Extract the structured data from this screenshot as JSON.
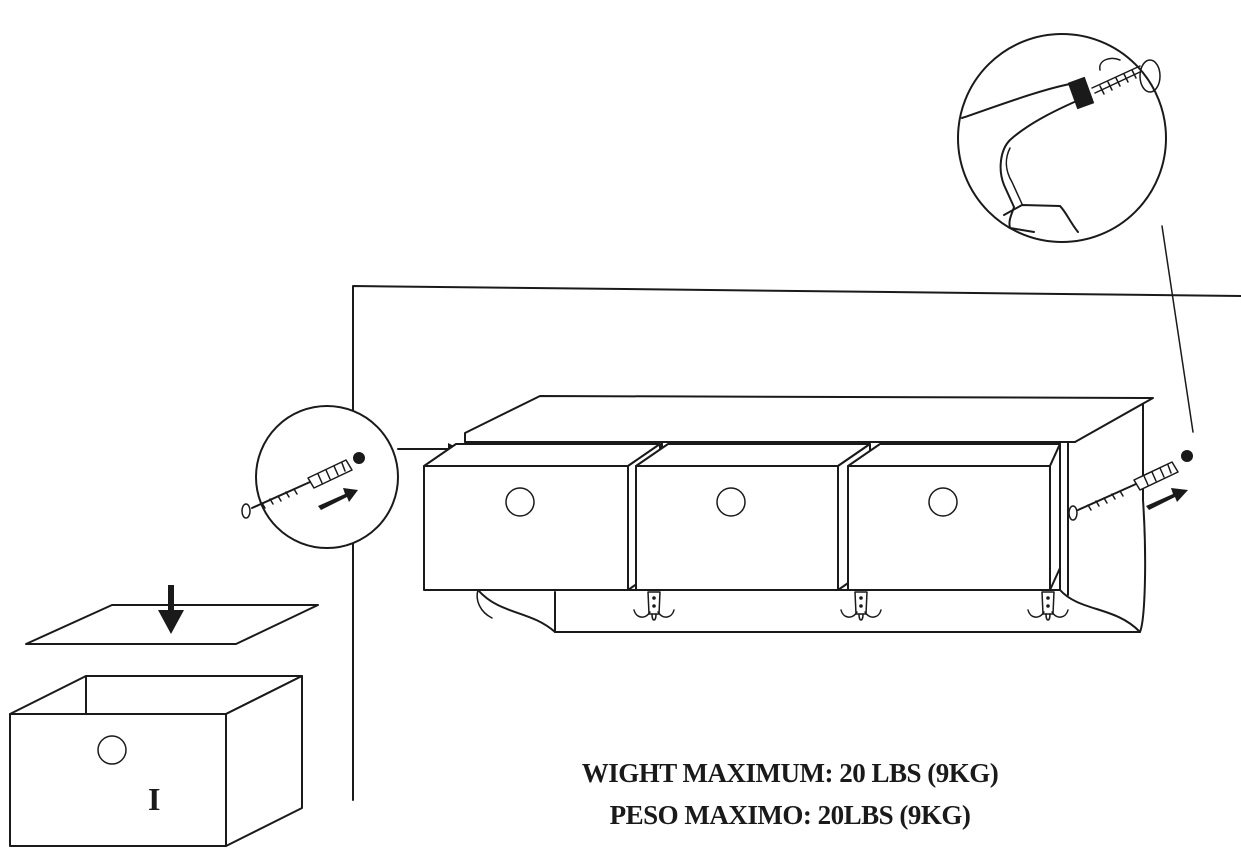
{
  "labels": {
    "part_letter": "I"
  },
  "captions": {
    "weight_en": "WIGHT MAXIMUM: 20 LBS (9KG)",
    "weight_es": "PESO MAXIMO: 20LBS (9KG)"
  },
  "icons": [
    "drill-icon",
    "wall-anchor-screw-icon",
    "arrow-icon",
    "hook-icon"
  ],
  "colors": {
    "line": "#1a1a1a",
    "background": "#ffffff"
  }
}
